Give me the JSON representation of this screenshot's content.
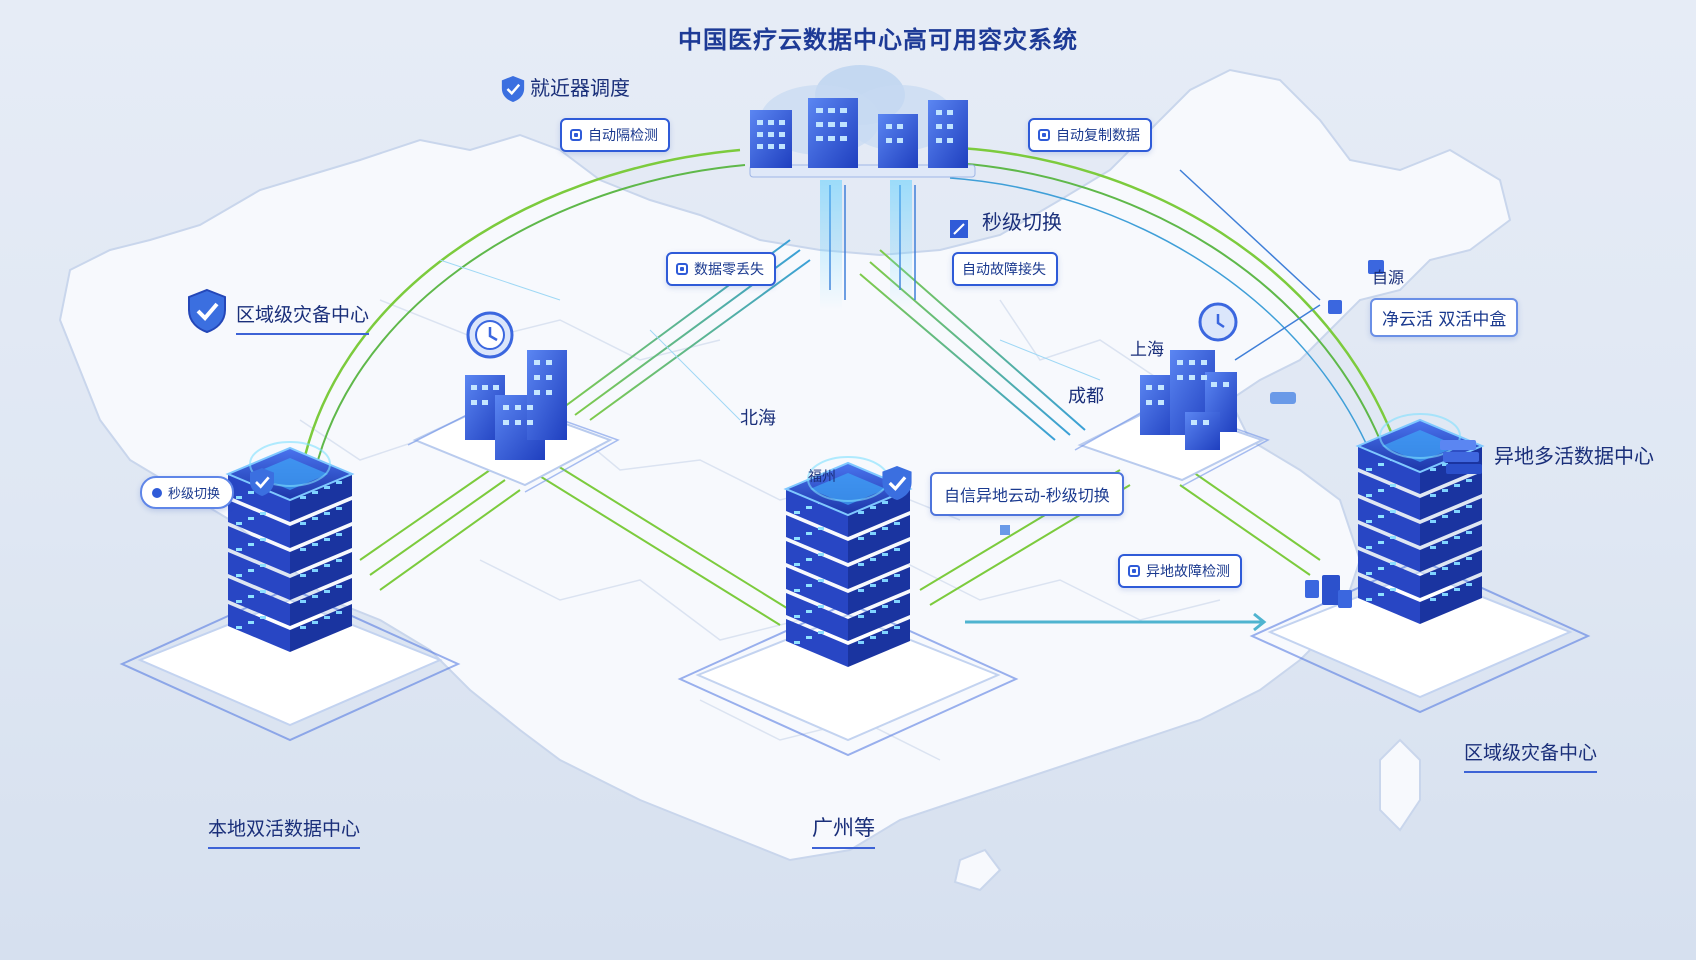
{
  "title": "中国医疗云数据中心高可用容灾系统",
  "top_left": {
    "icon": "shield-icon",
    "label": "就近器调度"
  },
  "pills": {
    "auto_detect": "自动隔检测",
    "auto_sync": "自动复制数据",
    "data_loss": "数据零丢失",
    "auto_fault": "自动故障接失",
    "cross_region": "异地故障检测",
    "cloud_active": "自信异地云动-秒级切换"
  },
  "second_switch": "秒级切换",
  "second_switch_capsule": "秒级切换",
  "regional_left": "区域级灾备中心",
  "regional_right": "区域级灾备中心",
  "local_active": "本地双活数据中心",
  "multi_active": "异地多活数据中心",
  "guangzhou": "广州等",
  "cities": {
    "beihai": "北海",
    "shanghai": "上海",
    "chengdu": "成都",
    "fuzhou": "福州"
  },
  "pure_cloud": "净云活  双活中盒",
  "pure_cloud_tag": "自源",
  "colors": {
    "accent": "#2f5bd8",
    "link_green": "#7cc23a",
    "server_blue": "#2347c9"
  }
}
